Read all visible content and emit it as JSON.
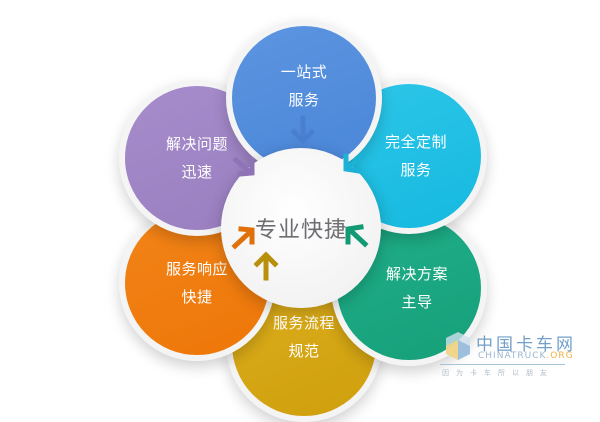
{
  "diagram": {
    "center": {
      "label": "专业快捷",
      "color": "#f3f3f4",
      "text_color": "#6e6e72"
    },
    "petals": [
      {
        "id": "top",
        "lines": [
          "一站式",
          "服务"
        ],
        "color": "#4a86d8",
        "gradient_to": "#5c95e0"
      },
      {
        "id": "top-right",
        "lines": [
          "完全定制",
          "服务"
        ],
        "color": "#16b9df",
        "gradient_to": "#2cc6e8"
      },
      {
        "id": "bottom-right",
        "lines": [
          "解决方案",
          "主导"
        ],
        "color": "#16a07a",
        "gradient_to": "#1fae88"
      },
      {
        "id": "bottom",
        "lines": [
          "服务流程",
          "规范"
        ],
        "color": "#cf9f0c",
        "gradient_to": "#dcae1e"
      },
      {
        "id": "bottom-left",
        "lines": [
          "服务响应",
          "快捷"
        ],
        "color": "#ee7608",
        "gradient_to": "#f28418"
      },
      {
        "id": "top-left",
        "lines": [
          "解决问题",
          "迅速"
        ],
        "color": "#9a7fc0",
        "gradient_to": "#a68ccb"
      }
    ]
  },
  "watermark": {
    "name_cn": "中国卡车网",
    "name_en_main": "CHINATRUCK",
    "name_en_suffix": ".ORG",
    "slogan": "因为卡车所以朋友"
  }
}
